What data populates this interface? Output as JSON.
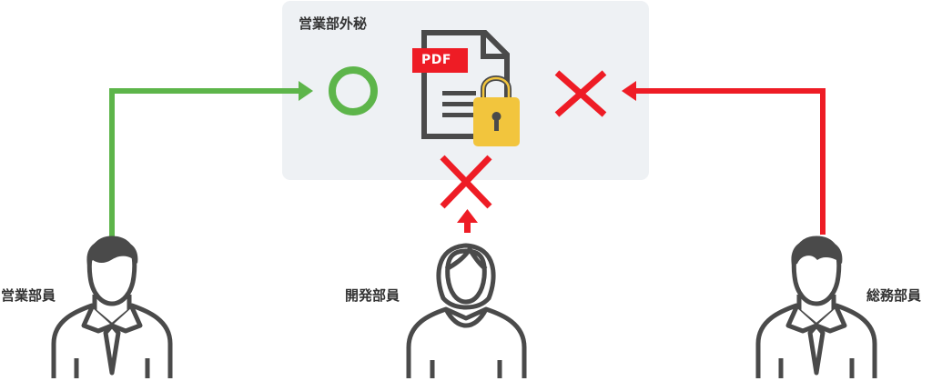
{
  "zone": {
    "label": "営業部外秘"
  },
  "document": {
    "badge": "PDF",
    "icon": "locked-pdf-document-icon"
  },
  "people": [
    {
      "label": "営業部員",
      "access": "allowed",
      "icon": "male-employee-icon"
    },
    {
      "label": "開発部員",
      "access": "denied",
      "icon": "female-employee-icon"
    },
    {
      "label": "総務部員",
      "access": "denied",
      "icon": "male-employee-icon"
    }
  ],
  "colors": {
    "allowed": "#5db54a",
    "denied": "#ee1c25",
    "zone_bg": "#eef1f4",
    "outline": "#4a4a4a",
    "lock": "#f2c53d",
    "pdf_badge": "#ee1c25"
  }
}
